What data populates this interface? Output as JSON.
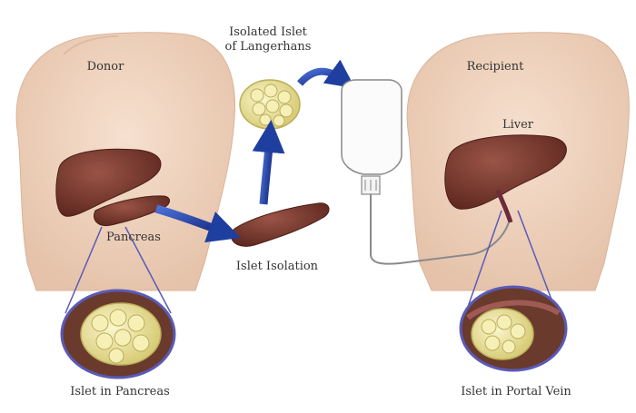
{
  "labels": {
    "donor": "Donor",
    "recipient": "Recipient",
    "isolated_islet_line1": "Isolated Islet",
    "isolated_islet_line2": "of Langerhans",
    "liver": "Liver",
    "pancreas": "Pancreas",
    "islet_isolation": "Islet Isolation",
    "islet_in_pancreas": "Islet in Pancreas",
    "islet_in_portal_vein": "Islet in Portal Vein"
  },
  "colors": {
    "skin": "#f2d7c2",
    "skin_shadow": "#e3bfa6",
    "liver": "#7a3a30",
    "pancreas": "#8a463a",
    "islet": "#f0e8a4",
    "arrow": "#1f3fa0",
    "zoom_ring": "#5a5ab8",
    "vein": "#6b2b3a"
  },
  "icons": [
    "donor-torso",
    "recipient-torso",
    "iv-bag-icon",
    "arrow-icon"
  ]
}
